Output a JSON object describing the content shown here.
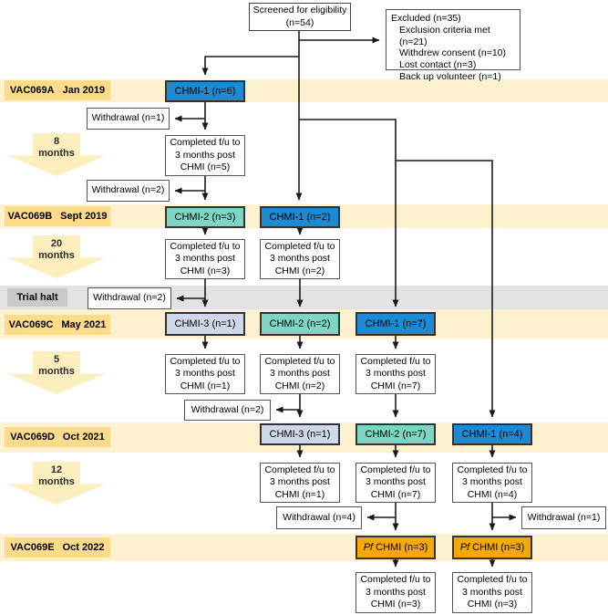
{
  "colors": {
    "band": "#fdf1cf",
    "bandlabel": "#fcdc8b",
    "pale": "#fdeebd",
    "haltband": "#e3e3e3",
    "haltlabel": "#c9c9c9",
    "chmi1": "#1d8ad4",
    "chmi2": "#7cd6c3",
    "chmi3": "#cfd8e8",
    "pf": "#f6a806",
    "line": "#1a1a1a"
  },
  "screened": {
    "text": "Screened for eligibility\n(n=54)"
  },
  "excluded": {
    "title": "Excluded (n=35)",
    "items": [
      "Exclusion criteria met (n=21)",
      "Withdrew consent (n=10)",
      "Lost contact (n=3)",
      "Back up volunteer (n=1)"
    ]
  },
  "bands": {
    "a": {
      "name": "VAC069A",
      "date": "Jan 2019"
    },
    "b": {
      "name": "VAC069B",
      "date": "Sept 2019"
    },
    "halt": {
      "name": "Trial halt"
    },
    "c": {
      "name": "VAC069C",
      "date": "May 2021"
    },
    "d": {
      "name": "VAC069D",
      "date": "Oct 2021"
    },
    "e": {
      "name": "VAC069E",
      "date": "Oct 2022"
    }
  },
  "intervals": {
    "i1": "8\nmonths",
    "i2": "20\nmonths",
    "i3": "5\nmonths",
    "i4": "12\nmonths"
  },
  "cohorts": {
    "a1": "CHMI-1 (n=6)",
    "b2": "CHMI-2 (n=3)",
    "b1": "CHMI-1 (n=2)",
    "c3": "CHMI-3 (n=1)",
    "c2": "CHMI-2 (n=2)",
    "c1": "CHMI-1 (n=7)",
    "d3": "CHMI-3 (n=1)",
    "d2": "CHMI-2 (n=7)",
    "d1": "CHMI-1 (n=4)",
    "e_left": {
      "prefix": "Pf",
      "rest": " CHMI (n=3)"
    },
    "e_right": {
      "prefix": "Pf",
      "rest": " CHMI (n=3)"
    }
  },
  "followups": {
    "a1": "Completed f/u to\n3 months post\nCHMI (n=5)",
    "b2": "Completed f/u to\n3 months post\nCHMI (n=3)",
    "b1": "Completed f/u to\n3 months post\nCHMI (n=2)",
    "c3": "Completed f/u to\n3 months post\nCHMI (n=1)",
    "c2": "Completed f/u to\n3 months post\nCHMI (n=2)",
    "c1": "Completed f/u to\n3 months post\nCHMI (n=7)",
    "d3": "Completed f/u to\n3 months post\nCHMI (n=1)",
    "d2": "Completed f/u to\n3 months post\nCHMI (n=7)",
    "d1": "Completed f/u to\n3 months post\nCHMI (n=4)",
    "e_left": "Completed f/u to\n3 months post\nCHMI (n=3)",
    "e_right": "Completed f/u to\n3 months post\nCHMI (n=3)"
  },
  "withdrawals": {
    "a_w1": "Withdrawal (n=1)",
    "a_w2": "Withdrawal (n=2)",
    "halt_w": "Withdrawal (n=2)",
    "c_w": "Withdrawal (n=2)",
    "d_w4": "Withdrawal (n=4)",
    "d_w1": "Withdrawal (n=1)"
  }
}
